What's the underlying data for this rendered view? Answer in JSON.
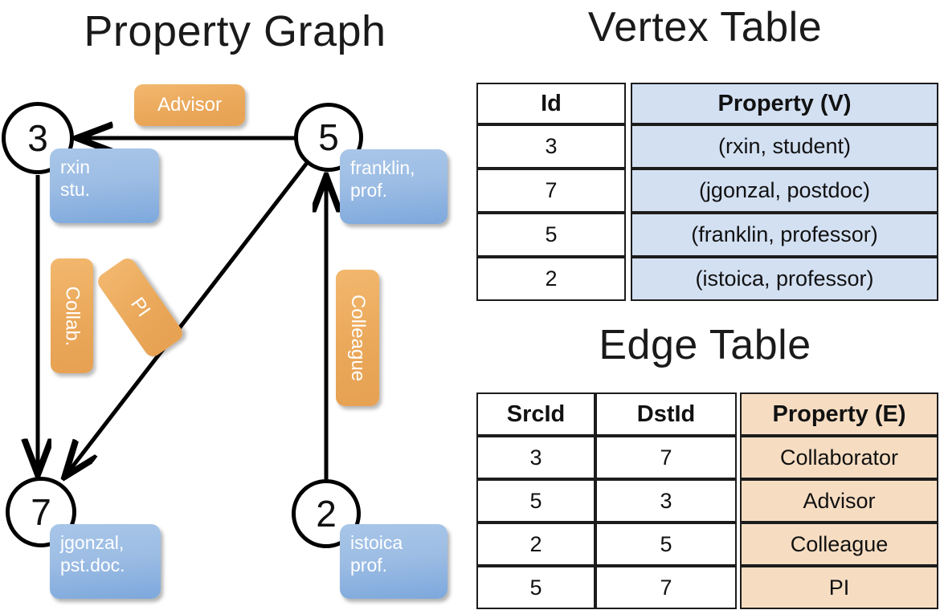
{
  "titles": {
    "property_graph": "Property Graph",
    "vertex_table": "Vertex Table",
    "edge_table": "Edge Table"
  },
  "graph": {
    "nodes": [
      {
        "id": "3",
        "property": "rxin\nstu."
      },
      {
        "id": "5",
        "property": "franklin,\nprof."
      },
      {
        "id": "7",
        "property": "jgonzal,\npst.doc."
      },
      {
        "id": "2",
        "property": "istoica\nprof."
      }
    ],
    "node_labels": {
      "n3": "3",
      "n5": "5",
      "n7": "7",
      "n2": "2"
    },
    "property_boxes": {
      "rxin_line1": "rxin",
      "rxin_line2": "stu.",
      "franklin_line1": "franklin,",
      "franklin_line2": "prof.",
      "jgonzal_line1": "jgonzal,",
      "jgonzal_line2": "pst.doc.",
      "istoica_line1": "istoica",
      "istoica_line2": "prof."
    },
    "edge_labels": {
      "advisor": "Advisor",
      "collab": "Collab.",
      "pi": "PI",
      "colleague": "Colleague"
    },
    "edges": [
      {
        "src": "5",
        "dst": "3",
        "label": "Advisor"
      },
      {
        "src": "3",
        "dst": "7",
        "label": "Collab."
      },
      {
        "src": "5",
        "dst": "7",
        "label": "PI"
      },
      {
        "src": "2",
        "dst": "5",
        "label": "Colleague"
      }
    ]
  },
  "vertex_table": {
    "headers": [
      "Id",
      "Property (V)"
    ],
    "rows": [
      {
        "id": "3",
        "property": "(rxin, student)"
      },
      {
        "id": "7",
        "property": "(jgonzal, postdoc)"
      },
      {
        "id": "5",
        "property": "(franklin, professor)"
      },
      {
        "id": "2",
        "property": "(istoica, professor)"
      }
    ]
  },
  "edge_table": {
    "headers": [
      "SrcId",
      "DstId",
      "Property (E)"
    ],
    "rows": [
      {
        "src": "3",
        "dst": "7",
        "property": "Collaborator"
      },
      {
        "src": "5",
        "dst": "3",
        "property": "Advisor"
      },
      {
        "src": "2",
        "dst": "5",
        "property": "Colleague"
      },
      {
        "src": "5",
        "dst": "7",
        "property": "PI"
      }
    ]
  },
  "colors": {
    "vertex_fill": "#d3e0f2",
    "edge_fill": "#f6ddc2",
    "node_box": "#9dbde4",
    "edge_label": "#eaa85a",
    "stroke": "#1c1c1c",
    "background": "#ffffff"
  }
}
